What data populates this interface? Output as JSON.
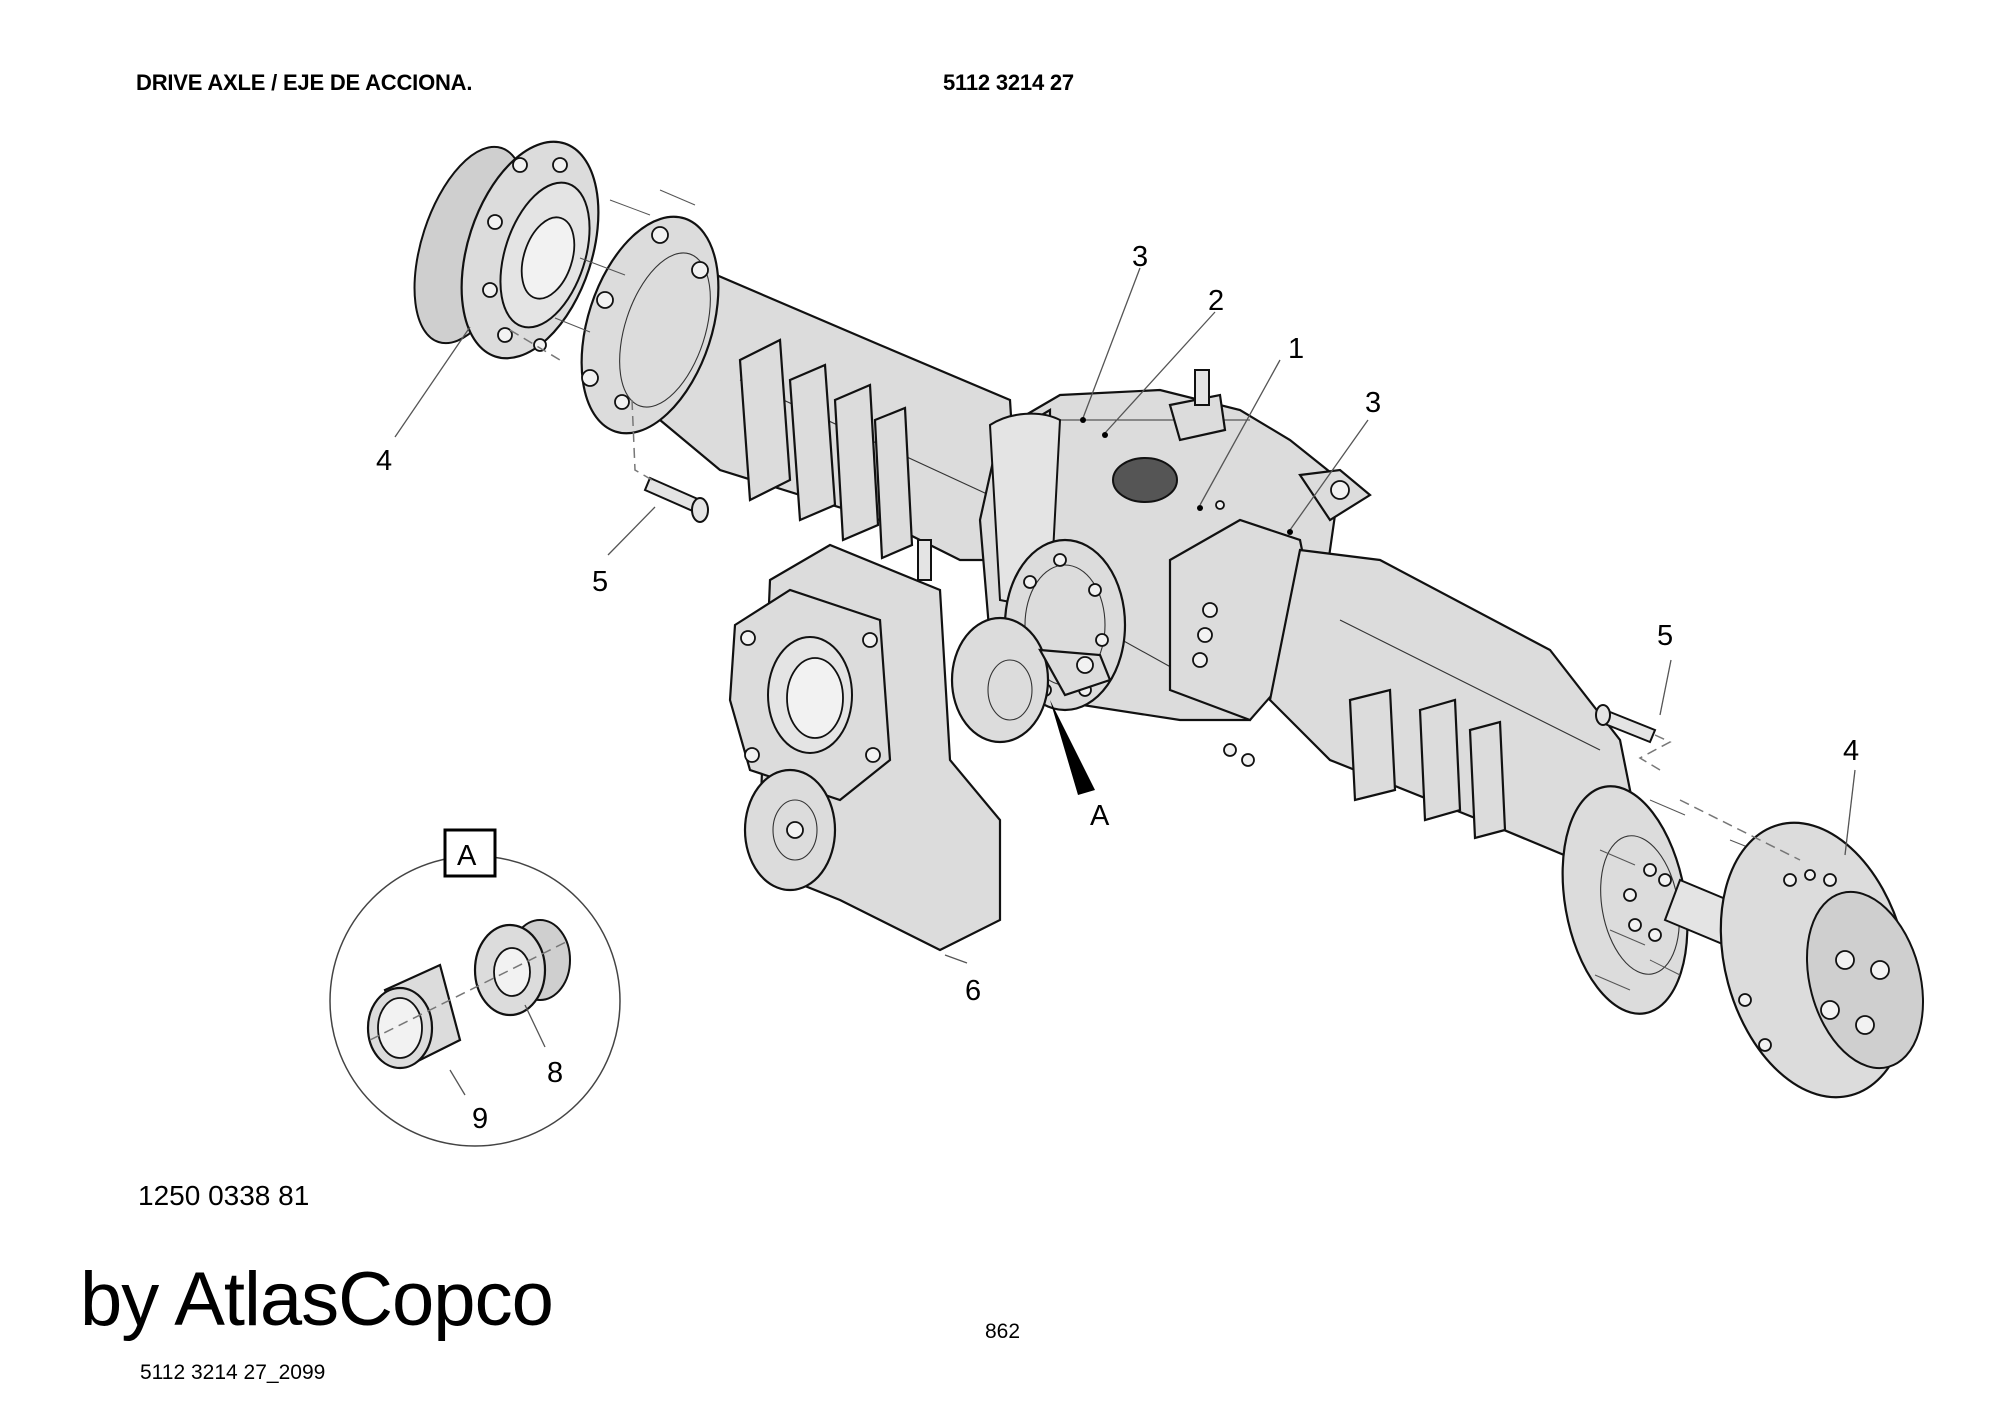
{
  "header": {
    "title": "DRIVE AXLE / EJE DE ACCIONA.",
    "part_number": "5112 3214 27"
  },
  "diagram": {
    "callouts": {
      "c1": "1",
      "c2": "2",
      "c3a": "3",
      "c3b": "3",
      "c4a": "4",
      "c4b": "4",
      "c5a": "5",
      "c5b": "5",
      "c6": "6",
      "c8": "8",
      "c9": "9",
      "detail_pointer": "A"
    },
    "detail": {
      "label": "A"
    },
    "colors": {
      "part_fill": "#dcdcdc",
      "line": "#111111",
      "cap": "#555555"
    }
  },
  "footer": {
    "reference": "1250 0338 81",
    "filename": "5112 3214 27_2099",
    "page": "862",
    "watermark": "by AtlasCopco"
  }
}
